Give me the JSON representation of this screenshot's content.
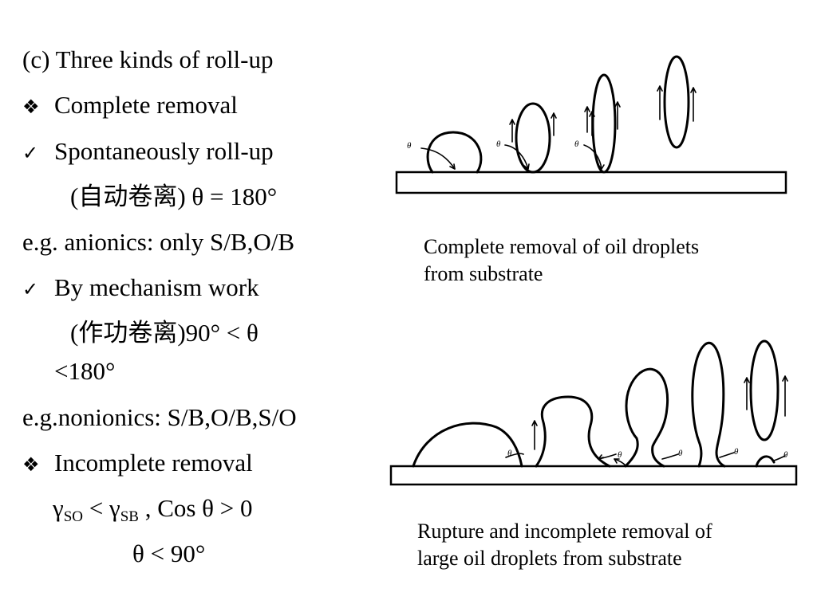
{
  "left_text": {
    "heading": "(c) Three kinds of roll-up",
    "complete_removal": "Complete removal",
    "spontaneous": "Spontaneously roll-up",
    "spontaneous_cn": "(自动卷离) θ = 180°",
    "eg1": "e.g. anionics: only S/B,O/B",
    "mechanism": "By mechanism work",
    "mechanism_cn": "(作功卷离)90° < θ",
    "mechanism_range_end": "<180°",
    "eg2": "e.g.nonionics: S/B,O/B,S/O",
    "incomplete_removal": "Incomplete removal",
    "gamma": "γ",
    "sub_so": "SO",
    "lt": " < γ",
    "sub_sb": "SB",
    "cos_cond": " , Cos θ > 0",
    "theta_cond": "θ < 90°"
  },
  "diagram_top": {
    "caption": "Complete removal of oil droplets from substrate",
    "caption_line1": "Complete removal of oil droplets",
    "caption_line2": "from substrate",
    "theta": "θ"
  },
  "diagram_bottom": {
    "caption_line1": "Rupture and incomplete removal of",
    "caption_line2": "large oil droplets from substrate",
    "theta": "θ"
  },
  "icons": {
    "bullet_diamond": "diamond-bullet-icon",
    "bullet_check": "checkmark-bullet-icon"
  }
}
